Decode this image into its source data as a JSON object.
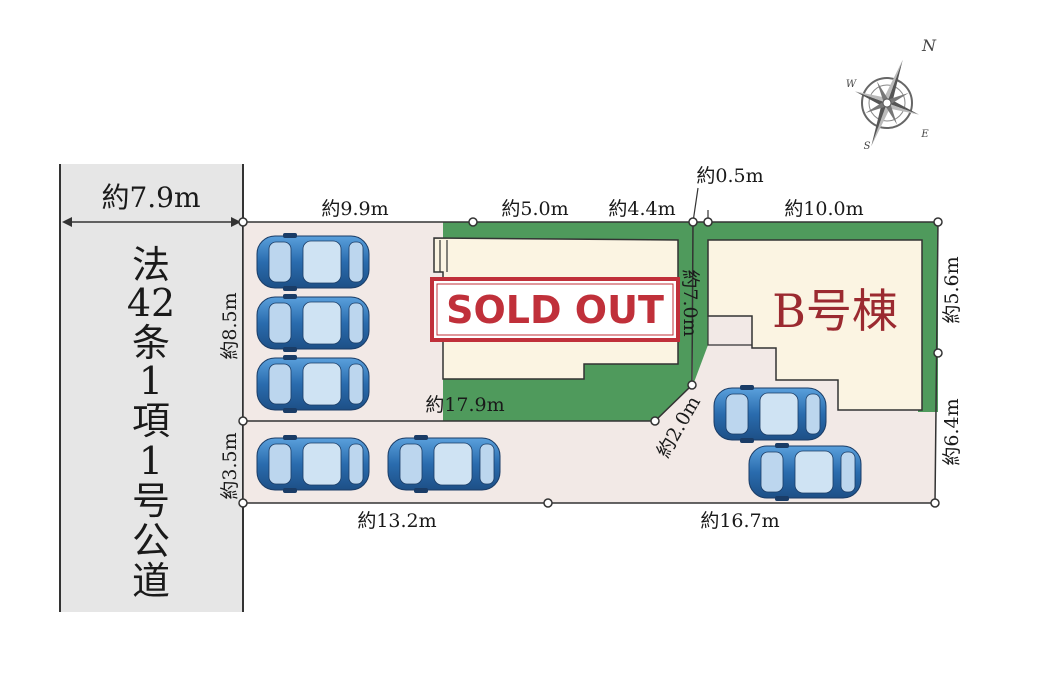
{
  "road": {
    "width_label": "約7.9m",
    "name_chars": [
      "法",
      "42",
      "条",
      "1",
      "項",
      "1",
      "号",
      "公",
      "道"
    ]
  },
  "dimensions": {
    "top_left": "約9.9m",
    "top_mid": "約5.0m",
    "top_right_a": "約4.4m",
    "notch": "約0.5m",
    "top_right_b": "約10.0m",
    "left_upper": "約8.5m",
    "left_lower": "約3.5m",
    "inner_line": "約17.9m",
    "divider": "約7.0m",
    "diagonal": "約2.0m",
    "right_upper": "約5.6m",
    "right_lower": "約6.4m",
    "bottom_left": "約13.2m",
    "bottom_right": "約16.7m"
  },
  "lot_a": {
    "status": "SOLD OUT"
  },
  "lot_b": {
    "label": "B号棟"
  },
  "compass": {
    "n": "N",
    "s": "S",
    "e": "E",
    "w": "W"
  },
  "colors": {
    "garden": "#4f9a5c",
    "building": "#fbf4e2",
    "paving": "#f2e9e6",
    "road": "#e6e6e6",
    "car_body": "#2f73b3",
    "sold_red": "#c0303a",
    "b_label": "#9b2a30"
  }
}
